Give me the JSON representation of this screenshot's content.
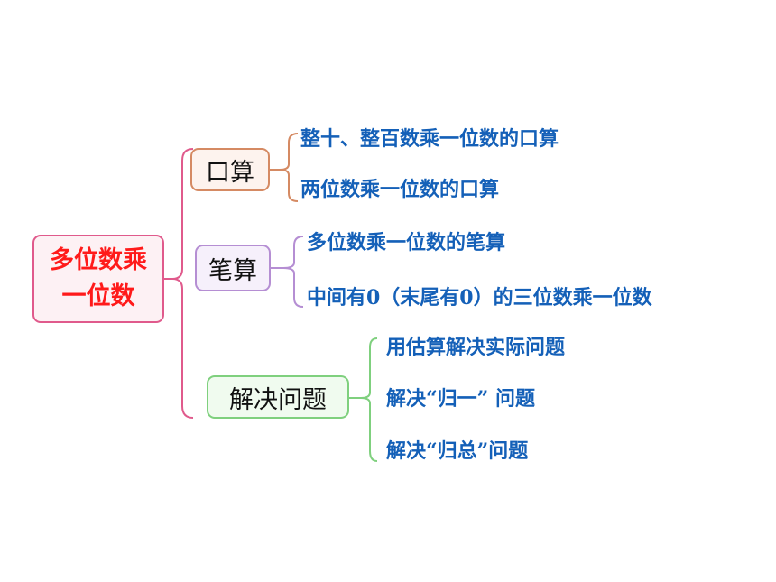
{
  "root": {
    "line1": "多位数乘",
    "line2": "一位数"
  },
  "branches": [
    {
      "label": "口算",
      "items": [
        "整十、整百数乘一位数的口算",
        "两位数乘一位数的口算"
      ]
    },
    {
      "label": "笔算",
      "items": [
        "多位数乘一位数的笔算",
        "中间有0（末尾有0）的三位数乘一位数"
      ]
    },
    {
      "label": "解决问题",
      "items": [
        "用估算解决实际问题",
        "解决“归一” 问题",
        "解决“归总”问题"
      ]
    }
  ],
  "colors": {
    "root_text": "#ff1a1a",
    "root_border": "#e05a8c",
    "leaf_text": "#1460b8",
    "branch1_border": "#d58a63",
    "branch2_border": "#b58ed3",
    "branch3_border": "#7fd07e"
  }
}
